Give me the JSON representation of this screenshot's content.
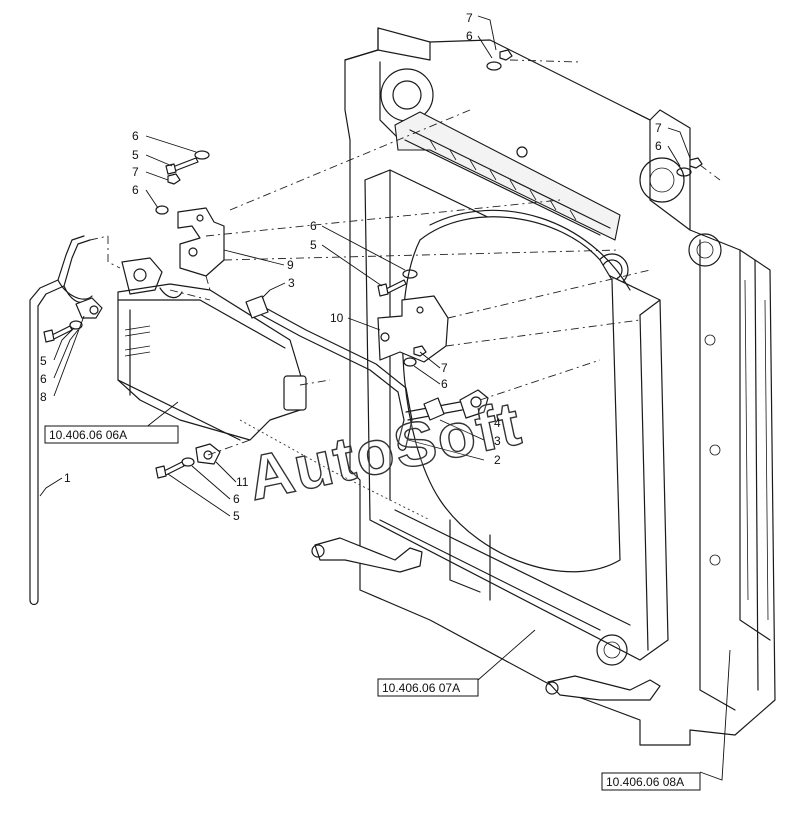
{
  "watermark": "AutoSoft",
  "references": {
    "ref_06a": "10.406.06 06A",
    "ref_07a": "10.406.06 07A",
    "ref_08a": "10.406.06 08A"
  },
  "callouts": {
    "c7_topright_a": "7",
    "c6_topright_a": "6",
    "c7_topright_b": "7",
    "c6_topright_b": "6",
    "c6_upper": "6",
    "c5_upper": "5",
    "c7_upper": "7",
    "c6_upper_b": "6",
    "c9": "9",
    "c3_top": "3",
    "c6_mid": "6",
    "c5_mid": "5",
    "c10": "10",
    "c7_mid": "7",
    "c6_mid_b": "6",
    "c4": "4",
    "c3_mid": "3",
    "c2": "2",
    "c5_left": "5",
    "c6_left": "6",
    "c8": "8",
    "c11": "11",
    "c6_low": "6",
    "c5_low": "5",
    "c1": "1"
  }
}
